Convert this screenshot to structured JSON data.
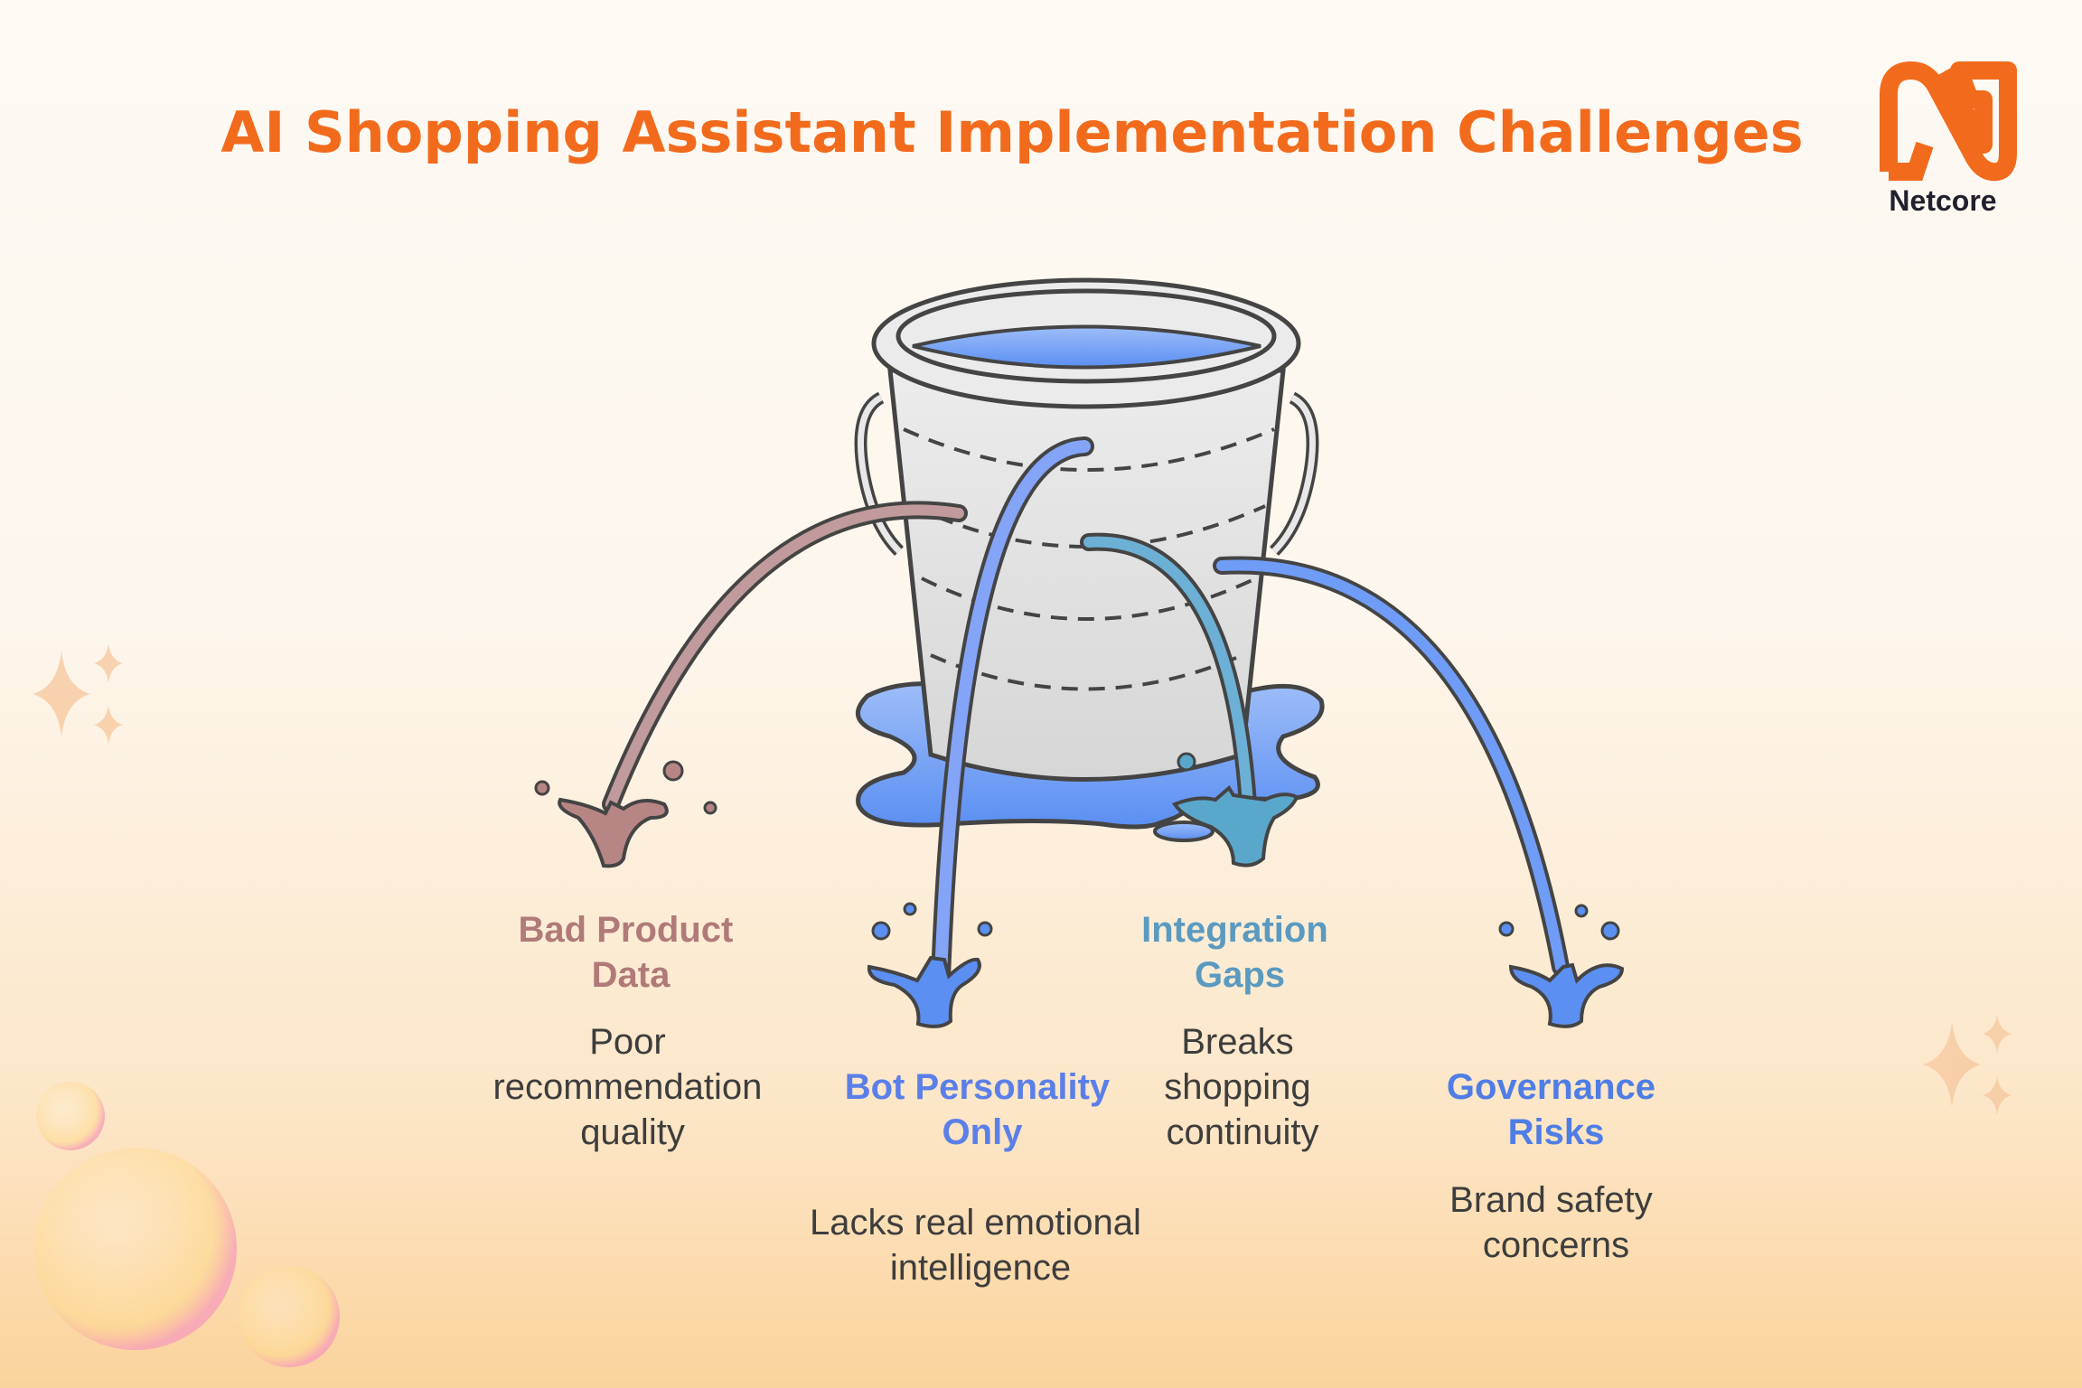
{
  "title": "AI Shopping Assistant Implementation Challenges",
  "logo": {
    "text": "Netcore"
  },
  "colors": {
    "title": "#f26b1d",
    "bad_product": "#b07a78",
    "bot": "#5b7fe8",
    "integration": "#5a9ac0",
    "governance": "#4f7de6",
    "water": "#6f9cf6"
  },
  "challenges": [
    {
      "title_lines": [
        "Bad Product",
        "Data"
      ],
      "desc_lines": [
        "Poor",
        "recommendation",
        "quality"
      ]
    },
    {
      "title_lines": [
        "Bot Personality",
        "Only"
      ],
      "desc_lines": [
        "Lacks real emotional",
        "intelligence"
      ]
    },
    {
      "title_lines": [
        "Integration",
        "Gaps"
      ],
      "desc_lines": [
        "Breaks",
        "shopping",
        "continuity"
      ]
    },
    {
      "title_lines": [
        "Governance",
        "Risks"
      ],
      "desc_lines": [
        "Brand safety",
        "concerns"
      ]
    }
  ]
}
